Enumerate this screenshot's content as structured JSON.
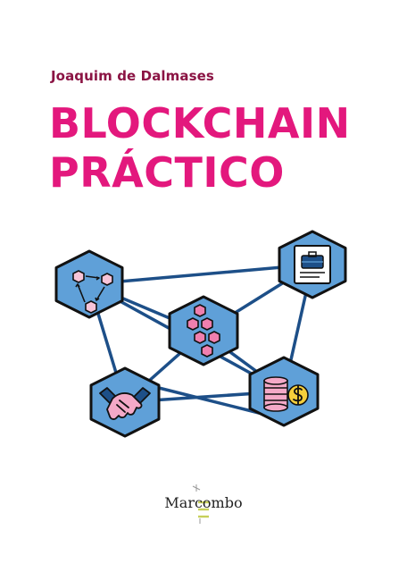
{
  "cover": {
    "author": "Joaquim de Dalmases",
    "title_line1": "BLOCKCHAIN",
    "title_line2": "PRÁCTICO",
    "publisher": "Marcombo"
  },
  "colors": {
    "accent": "#e3187d",
    "author": "#8b1444",
    "hex_fill": "#5fa0d8",
    "line": "#1d4f88",
    "outline": "#111111",
    "block_pink": "#f07fae",
    "coin_gold": "#f5cf3b",
    "coin_pink": "#f4a9c7"
  },
  "icons": [
    "nodes-cycle-icon",
    "document-case-icon",
    "blocks-chain-icon",
    "handshake-icon",
    "coins-dollar-icon"
  ]
}
